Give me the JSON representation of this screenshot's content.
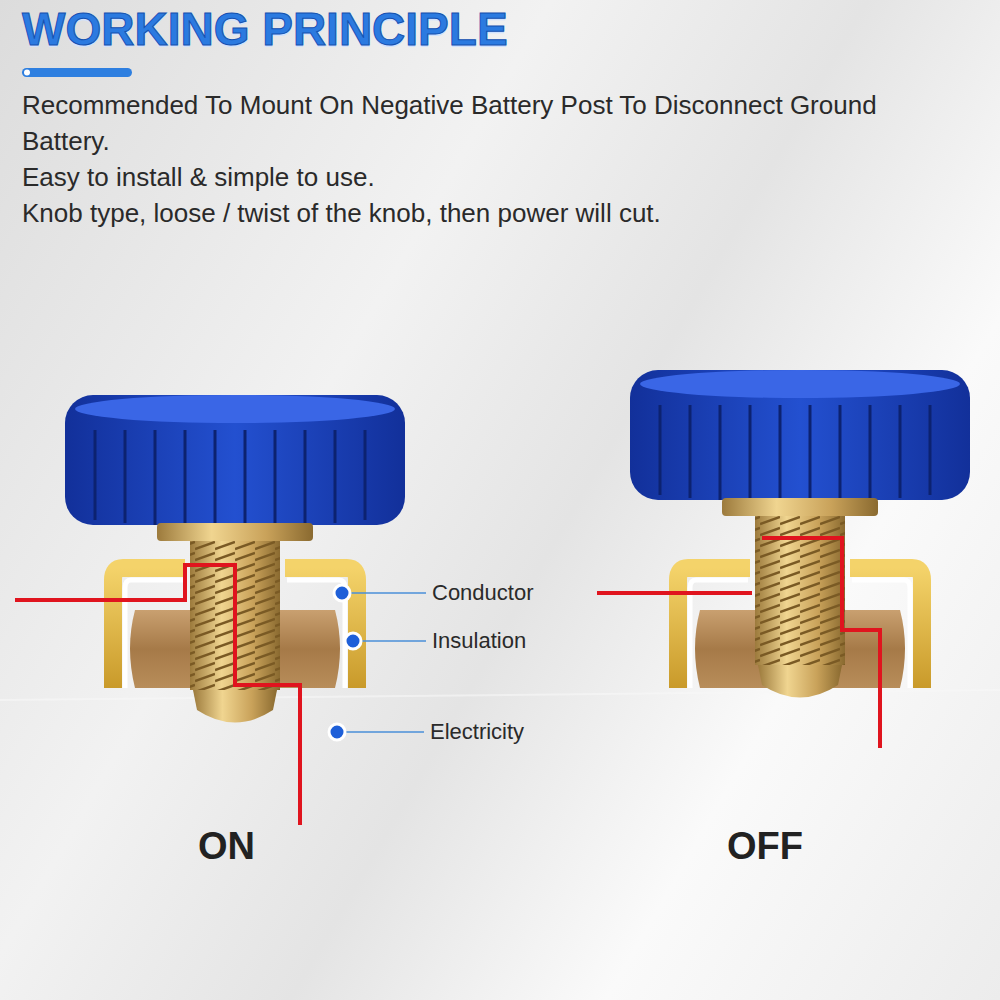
{
  "diagram": {
    "title": "WORKING PRINCIPLE",
    "labels": [
      "Recommended To Mount On Negative Battery Post To Disconnect Ground Battery.",
      "Easy to install & simple to use.",
      "Knob type, loose / twist of the knob, then power will cut.",
      "Conductor",
      "Insulation",
      "Electricity",
      "ON",
      "OFF"
    ]
  }
}
